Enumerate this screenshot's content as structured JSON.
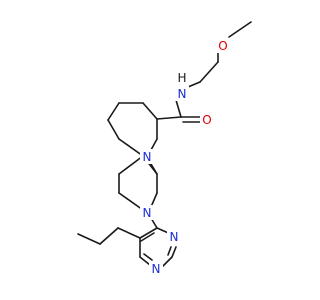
{
  "colors": {
    "bond": "#1a1a1a",
    "carbon": "#1a1a1a",
    "nitrogen": "#1b2fd1",
    "oxygen": "#e00000",
    "hydrogen": "#1a1a1a"
  },
  "atoms": [
    {
      "id": "O1",
      "label": "O",
      "element": "oxygen"
    },
    {
      "id": "N_amide",
      "label": "N",
      "element": "nitrogen"
    },
    {
      "id": "H_amide",
      "label": "H",
      "element": "hydrogen"
    },
    {
      "id": "O2",
      "label": "O",
      "element": "oxygen"
    },
    {
      "id": "N_pip1",
      "label": "N",
      "element": "nitrogen"
    },
    {
      "id": "N_pip2",
      "label": "N",
      "element": "nitrogen"
    },
    {
      "id": "N_pym1",
      "label": "N",
      "element": "nitrogen"
    },
    {
      "id": "N_pym2",
      "label": "N",
      "element": "nitrogen"
    }
  ]
}
